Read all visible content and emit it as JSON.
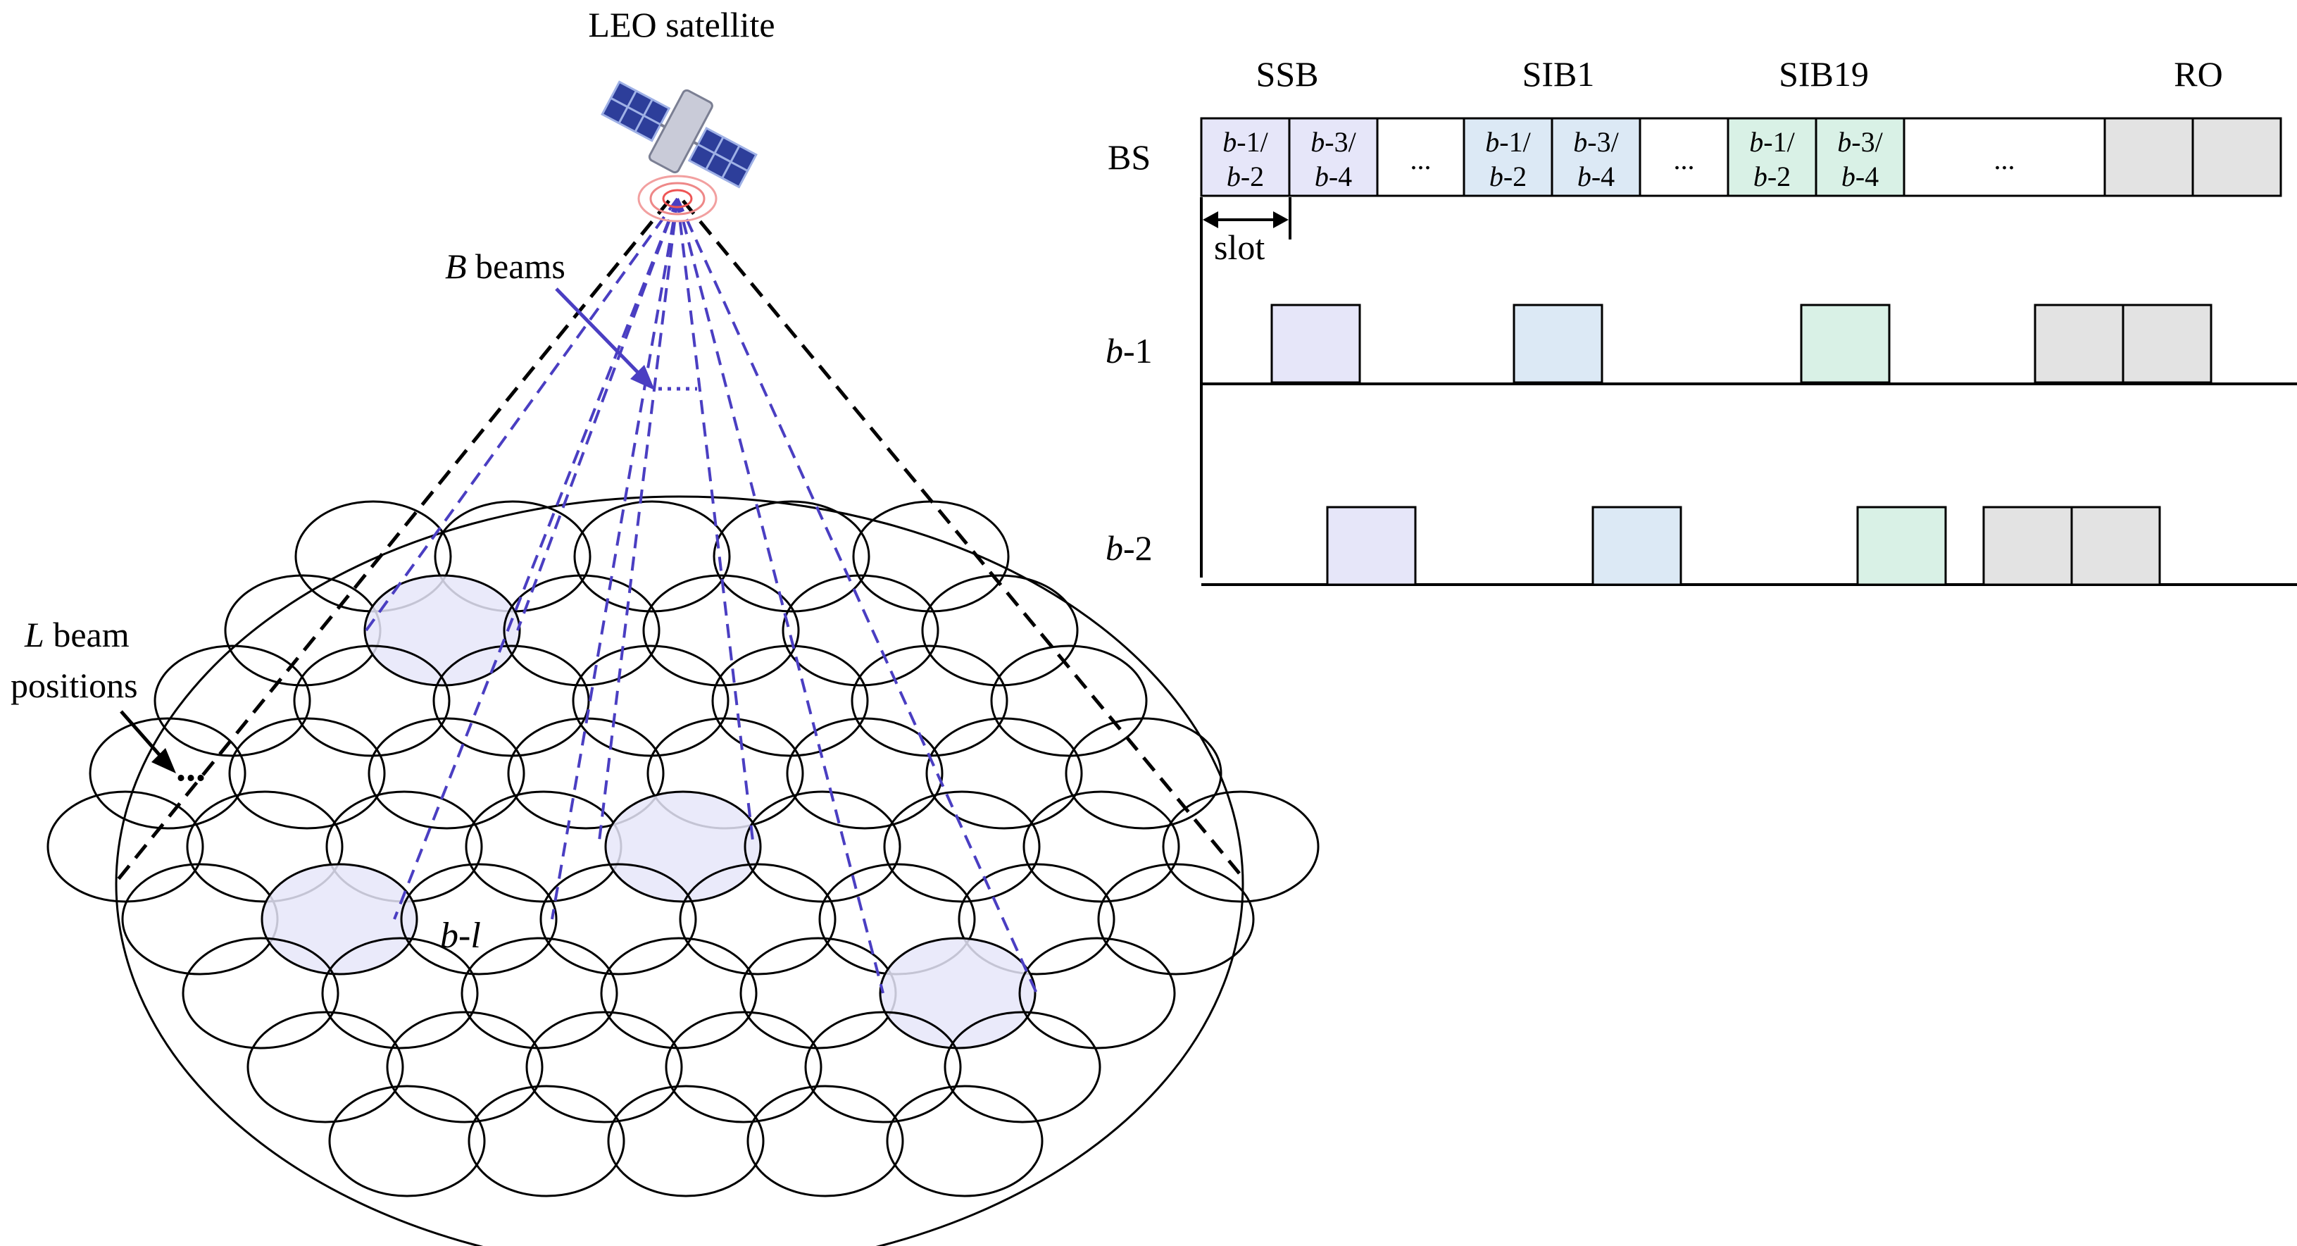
{
  "left": {
    "satellite_label": "LEO satellite",
    "beams_label": {
      "var": "B",
      "rest": " beams"
    },
    "positions_label": {
      "line1_var": "L",
      "line1_rest": " beam",
      "line2": "positions"
    },
    "beam_label": {
      "a": "b",
      "sep": "-",
      "b": "l"
    },
    "dots": "...",
    "colors": {
      "beam_highlight": "#e6e6f9",
      "beam_line": "#4a3ec2",
      "outline": "#000000"
    }
  },
  "right": {
    "headers": [
      "SSB",
      "SIB1",
      "SIB19",
      "RO"
    ],
    "rows": [
      "BS",
      "b-1",
      "b-2"
    ],
    "slot_label": "slot",
    "bs_cells": [
      {
        "top": "b-1/",
        "bottom": "b-2",
        "color": "#e6e6f9"
      },
      {
        "top": "b-3/",
        "bottom": "b-4",
        "color": "#e6e6f9"
      },
      {
        "dots": "..."
      },
      {
        "top": "b-1/",
        "bottom": "b-2",
        "color": "#dce9f5"
      },
      {
        "top": "b-3/",
        "bottom": "b-4",
        "color": "#dce9f5"
      },
      {
        "dots": "..."
      },
      {
        "top": "b-1/",
        "bottom": "b-2",
        "color": "#d9f1e6"
      },
      {
        "top": "b-3/",
        "bottom": "b-4",
        "color": "#d9f1e6"
      },
      {
        "dots": "..."
      },
      {
        "color": "#e3e3e3"
      },
      {
        "color": "#e3e3e3"
      }
    ],
    "colors": {
      "ssb": "#e6e6f9",
      "sib1": "#dce9f5",
      "sib19": "#d9f1e6",
      "ro": "#e3e3e3"
    }
  }
}
